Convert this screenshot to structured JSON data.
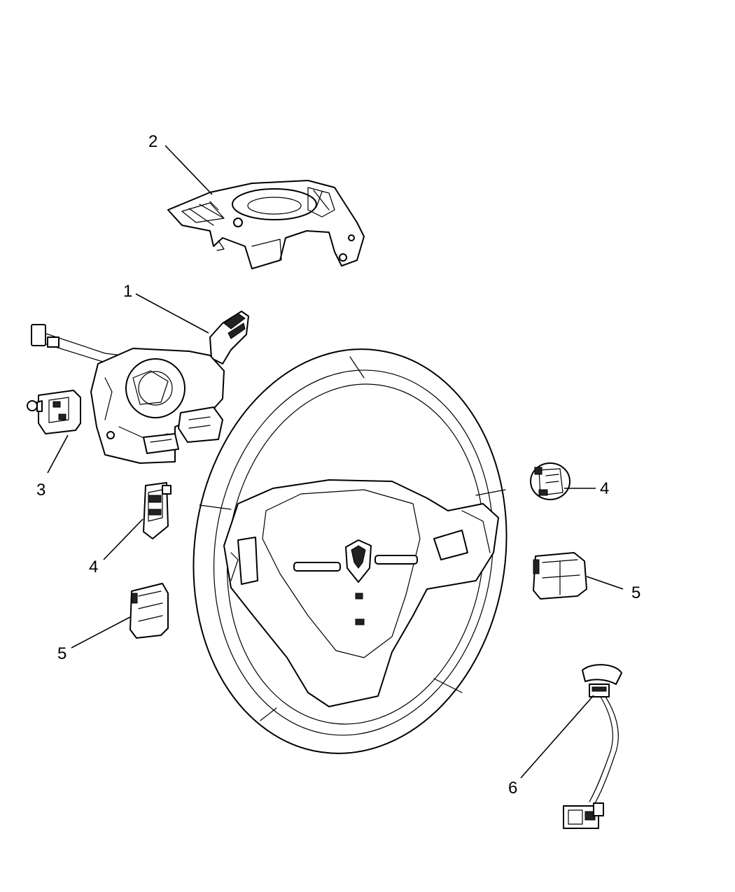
{
  "callouts": [
    {
      "id": "c1",
      "label": "1"
    },
    {
      "id": "c2",
      "label": "2"
    },
    {
      "id": "c3",
      "label": "3"
    },
    {
      "id": "c4a",
      "label": "4"
    },
    {
      "id": "c4b",
      "label": "4"
    },
    {
      "id": "c5a",
      "label": "5"
    },
    {
      "id": "c5b",
      "label": "5"
    },
    {
      "id": "c6",
      "label": "6"
    }
  ],
  "colors": {
    "line": "#000000",
    "background": "#ffffff"
  }
}
